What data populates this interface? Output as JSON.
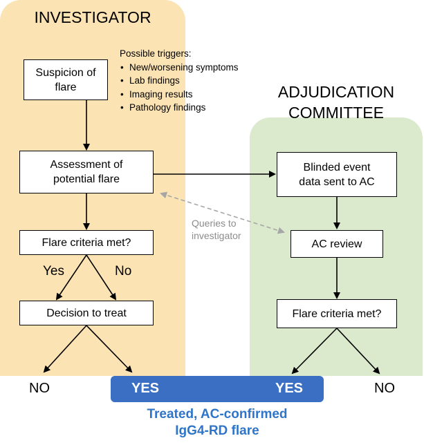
{
  "investigator": {
    "title": "INVESTIGATOR",
    "suspicion": "Suspicion of\nflare",
    "triggers_title": "Possible triggers:",
    "triggers": [
      "New/worsening symptoms",
      "Lab findings",
      "Imaging results",
      "Pathology findings"
    ],
    "assessment": "Assessment of\npotential flare",
    "criteria": "Flare criteria met?",
    "yes_label": "Yes",
    "no_label": "No",
    "decision": "Decision to treat",
    "outcome_no": "NO"
  },
  "committee": {
    "title": "ADJUDICATION\nCOMMITTEE",
    "blinded": "Blinded event\ndata sent to AC",
    "review": "AC review",
    "criteria": "Flare criteria met?",
    "outcome_no": "NO"
  },
  "queries": "Queries to\ninvestigator",
  "yes_bar": {
    "left": "YES",
    "right": "YES"
  },
  "footer": {
    "line1": "Treated, AC-confirmed",
    "line2": "IgG4-RD flare"
  },
  "colors": {
    "investigator_lane": "#fbe3b3",
    "committee_lane": "#dbe9cc",
    "yes_bar": "#3a6fc4",
    "footer_text": "#2e75c9",
    "query_arrow": "#a6a6a6"
  }
}
